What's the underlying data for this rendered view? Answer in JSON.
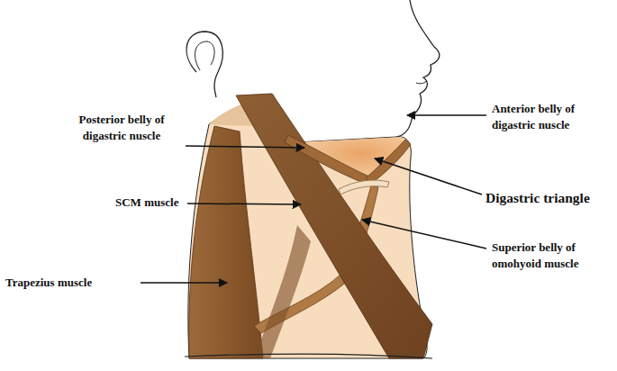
{
  "diagram": {
    "labels": [
      "Posterior belly of digastric nuscle",
      "SCM muscle",
      "Trapezius muscle",
      "Anterior belly of digastric nuscle",
      "Digastric triangle",
      "Superior belly of omohyoid muscle"
    ]
  }
}
